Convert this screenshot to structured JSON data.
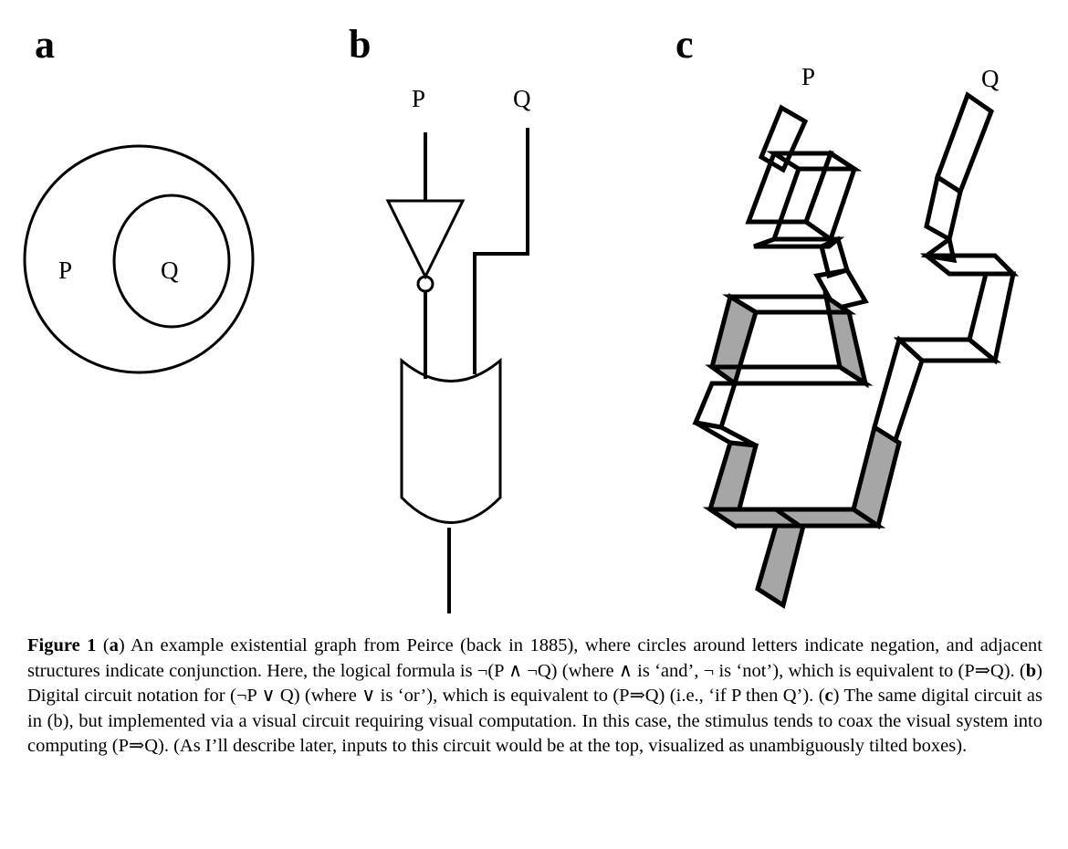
{
  "panels": {
    "a": {
      "letter": "a",
      "outer_label": "P",
      "inner_label": "Q"
    },
    "b": {
      "letter": "b",
      "input_p": "P",
      "input_q": "Q"
    },
    "c": {
      "letter": "c",
      "input_p": "P",
      "input_q": "Q"
    }
  },
  "caption": {
    "label": "Figure 1",
    "s1a": " (",
    "s1b": "a",
    "s1c": ") An example existential graph from Peirce (back in 1885), where circles around letters indicate negation, and adjacent structures indicate conjunction. Here, the logical formula is ¬(P ∧ ¬Q) (where ∧ is ‘and’, ¬ is ‘not’), which is equivalent to (P⇒Q). (",
    "s2b": "b",
    "s2c": ") Digital circuit notation for (¬P ∨ Q) (where ∨ is ‘or’), which is equivalent to (P⇒Q) (i.e., ‘if P then Q’). (",
    "s3b": "c",
    "s3c": ") The same digital circuit as in (b), but implemented via a visual circuit requiring visual computation. In this case, the stimulus tends to coax the visual system into computing (P⇒Q). (As I’ll describe later, inputs to this circuit would be at the top, visualized as unambiguously tilted boxes)."
  },
  "colors": {
    "ink": "#000000",
    "shaded_face": "#a6a6a6"
  }
}
